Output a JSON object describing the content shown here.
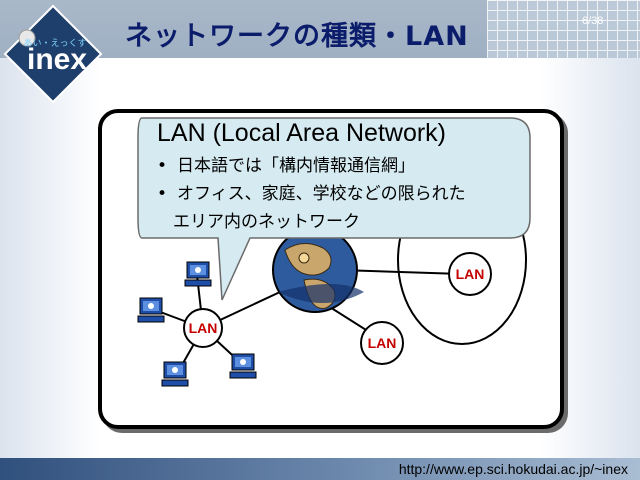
{
  "header": {
    "title": "ネットワークの種類・LAN",
    "page_number": "6/38",
    "logo_tagline": "あい・えっくす",
    "logo_text": "inex"
  },
  "callout": {
    "title": "LAN (Local Area Network)",
    "bullets": [
      "日本語では「構内情報通信網」",
      "オフィス、家庭、学校などの限られた"
    ],
    "bullet_continuation": "エリア内のネットワーク"
  },
  "diagram": {
    "nodes": [
      {
        "label": "LAN"
      },
      {
        "label": "LAN"
      },
      {
        "label": "LAN"
      }
    ],
    "icons": [
      "computer-icon",
      "globe-icon"
    ]
  },
  "footer": {
    "url": "http://www.ep.sci.hokudai.ac.jp/~inex"
  },
  "colors": {
    "title": "#0b1c6b",
    "lan_label": "#c40000",
    "header_band": "#a9b8c9",
    "footer_band": "#30507d",
    "callout_fill": "#d6ebf1"
  }
}
